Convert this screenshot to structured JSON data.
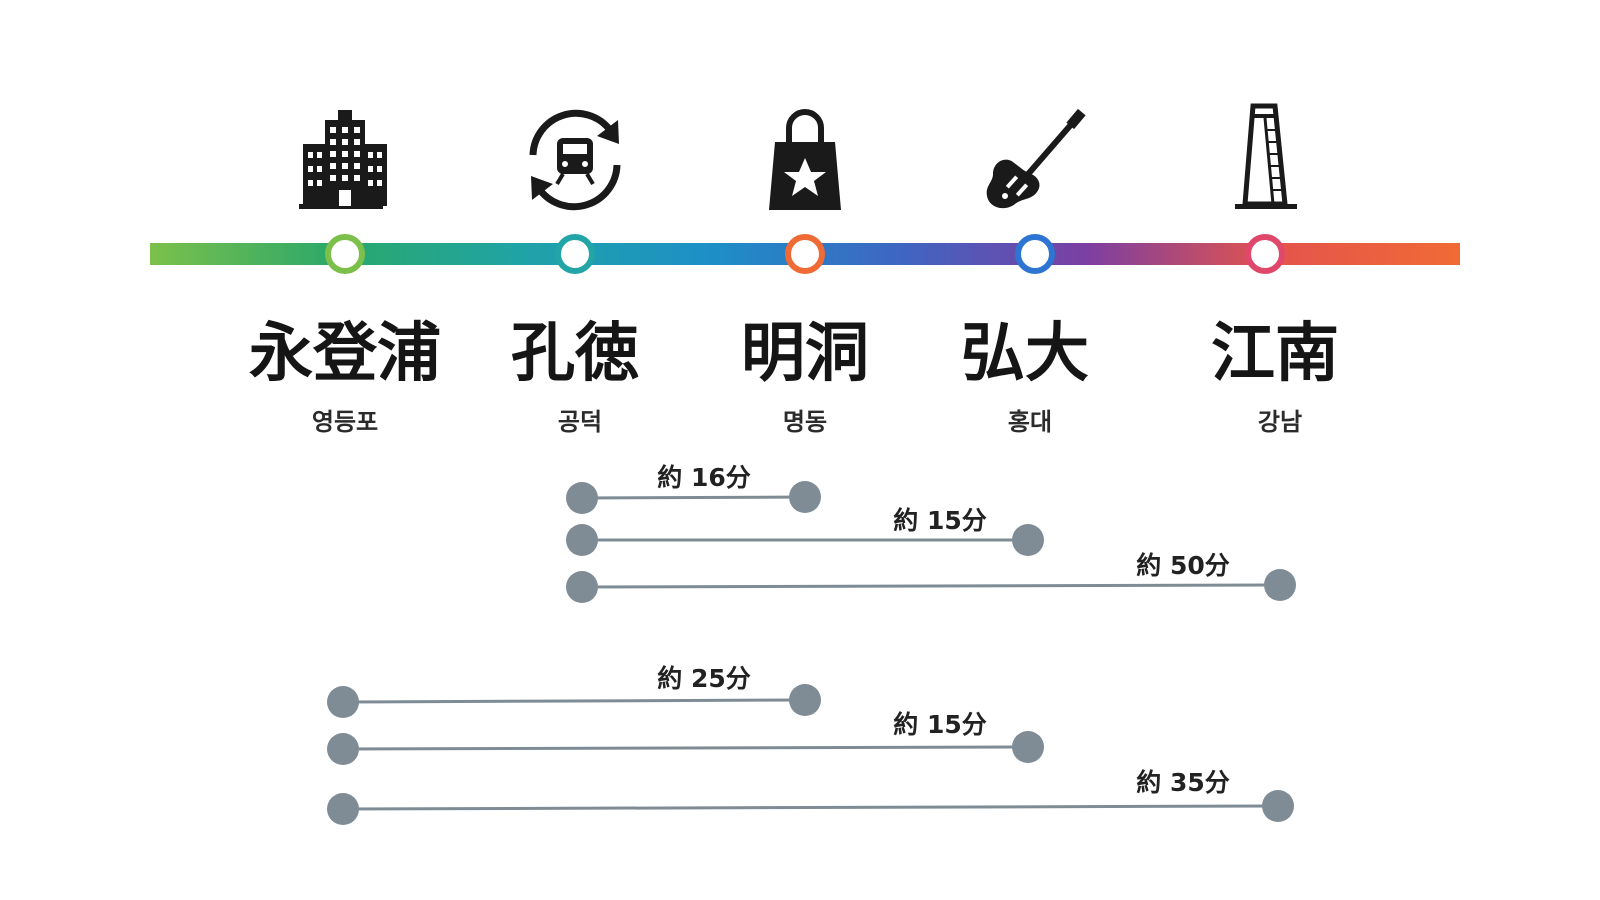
{
  "line": {
    "gradient": [
      "#7cc04b",
      "#2aa86a",
      "#20a3a7",
      "#1d8fc7",
      "#3e66c2",
      "#7b3fa2",
      "#e4544c",
      "#f06a35"
    ],
    "background": "#ffffff"
  },
  "stations": [
    {
      "kanji": "永登浦",
      "hangul": "영등포",
      "icon": "office-building-icon",
      "ring_color": "#7cc04b"
    },
    {
      "kanji": "孔徳",
      "hangul": "공덕",
      "icon": "transfer-train-icon",
      "ring_color": "#22a5a6"
    },
    {
      "kanji": "明洞",
      "hangul": "명동",
      "icon": "shopping-bag-star-icon",
      "ring_color": "#f06a35"
    },
    {
      "kanji": "弘大",
      "hangul": "홍대",
      "icon": "electric-guitar-icon",
      "ring_color": "#2e74d2"
    },
    {
      "kanji": "江南",
      "hangul": "강남",
      "icon": "skyscraper-icon",
      "ring_color": "#e0486b"
    }
  ],
  "routes": {
    "from_gongdeok": [
      {
        "from": "孔徳",
        "to": "明洞",
        "label": "約 16分"
      },
      {
        "from": "孔徳",
        "to": "弘大",
        "label": "約 15分"
      },
      {
        "from": "孔徳",
        "to": "江南",
        "label": "約 50分"
      }
    ],
    "from_yeongdeungpo": [
      {
        "from": "永登浦",
        "to": "明洞",
        "label": "約 25分"
      },
      {
        "from": "永登浦",
        "to": "弘大",
        "label": "約 15分"
      },
      {
        "from": "永登浦",
        "to": "江南",
        "label": "約 35分"
      }
    ]
  },
  "route_color": "#7f8c96"
}
